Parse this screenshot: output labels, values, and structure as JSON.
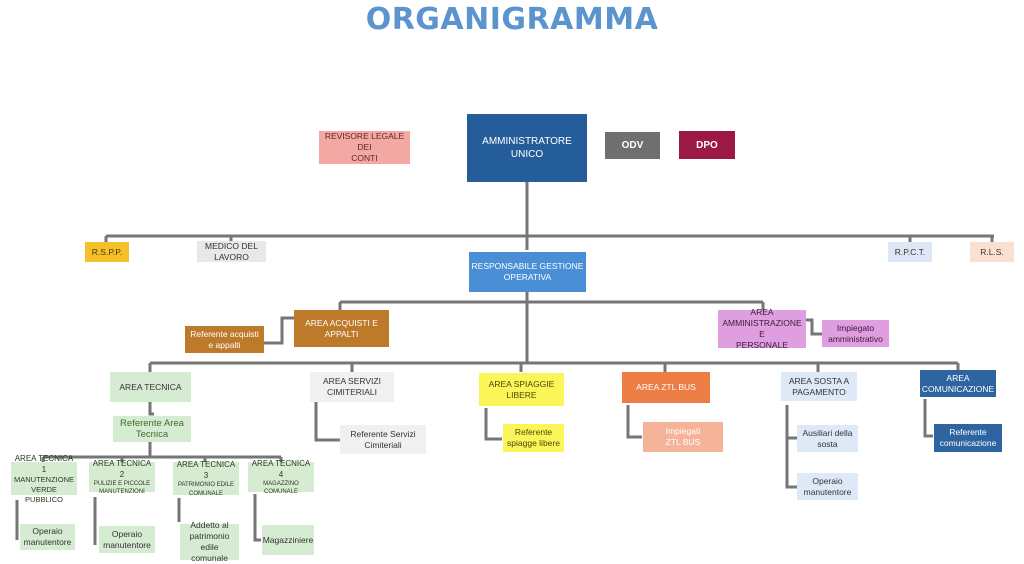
{
  "title": "ORGANIGRAMMA",
  "colors": {
    "title": "#5b94cf",
    "connector": "#767676"
  },
  "top": {
    "revisore": "REVISORE LEGALE DEI\nCONTI",
    "amministratore": "AMMINISTRATORE\nUNICO",
    "odv": "ODV",
    "dpo": "DPO"
  },
  "staff": {
    "rspp": "R.S.P.P.",
    "medico": "MEDICO DEL\nLAVORO",
    "rpct": "R.P.C.T.",
    "rls": "R.L.S."
  },
  "responsabile": "RESPONSABILE GESTIONE\nOPERATIVA",
  "acquisti": {
    "area": "AREA ACQUISTI E\nAPPALTI",
    "referente": "Referente acquisti\ne appalti"
  },
  "amministrazione": {
    "area": "AREA\nAMMINISTRAZIONE E\nPERSONALE",
    "impiegato": "Impiegato\namministrativo"
  },
  "areas": {
    "tecnica": {
      "label": "AREA TECNICA",
      "referente": "Referente Area\nTecnica",
      "sub": [
        {
          "title": "AREA TECNICA 1",
          "subtitle": "MANUTENZIONE\nVERDE PUBBLICO",
          "child": "Operaio\nmanutentore"
        },
        {
          "title": "AREA TECNICA 2",
          "subtitle": "PULIZIE E PICCOLE\nMANUTENZIONI",
          "child": "Operaio\nmanutentore"
        },
        {
          "title": "AREA TECNICA 3",
          "subtitle": "PATRIMONIO EDILE\nCOMUNALE",
          "child": "Addetto al\npatrimonio\nedile comunale"
        },
        {
          "title": "AREA TECNICA 4",
          "subtitle": "MAGAZZINO\nCOMUNALE",
          "child": "Magazziniere"
        }
      ]
    },
    "cimiteriali": {
      "label": "AREA SERVIZI\nCIMITERIALI",
      "child": "Referente Servizi\nCimiteriali"
    },
    "spiagge": {
      "label": "AREA SPIAGGIE\nLIBERE",
      "child": "Referente\nspiagge libere"
    },
    "ztl": {
      "label": "AREA ZTL BUS",
      "child": "Impiegati\nZTL BUS"
    },
    "sosta": {
      "label": "AREA SOSTA A\nPAGAMENTO",
      "children": [
        "Ausiliari della\nsosta",
        "Operaio\nmanutentore"
      ]
    },
    "comunicazione": {
      "label": "AREA\nCOMUNICAZIONE",
      "child": "Referente\ncomunicazione"
    }
  }
}
